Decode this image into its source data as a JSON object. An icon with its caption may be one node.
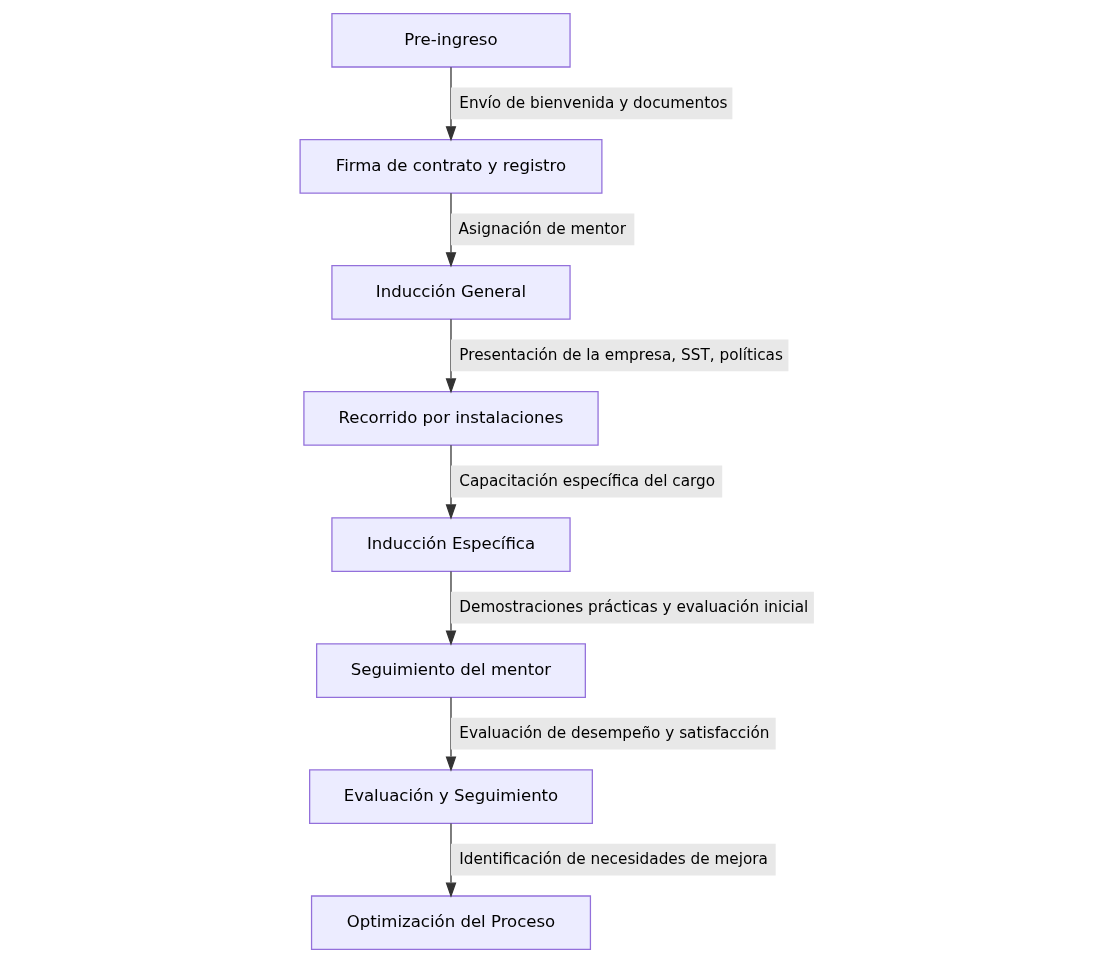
{
  "diagram": {
    "nodes": [
      {
        "text": [
          "Pre-ingreso"
        ]
      },
      {
        "text": [
          "Firma de contrato y registro"
        ]
      },
      {
        "text": [
          "Inducción General"
        ]
      },
      {
        "text": [
          "Recorrido por instalaciones"
        ]
      },
      {
        "text": [
          "Inducción Específica"
        ]
      },
      {
        "text": [
          "Seguimiento del mentor"
        ]
      },
      {
        "text": [
          "Evaluación y Seguimiento"
        ]
      },
      {
        "text": [
          "Optimización del Proceso"
        ]
      }
    ],
    "edges": [
      {
        "from": 0,
        "to": 1,
        "arrow": "to",
        "label": "Envío de bienvenida y documentos"
      },
      {
        "from": 1,
        "to": 2,
        "arrow": "to",
        "label": "Asignación de mentor"
      },
      {
        "from": 2,
        "to": 3,
        "arrow": "to",
        "label": "Presentación de la empresa, SST, políticas"
      },
      {
        "from": 3,
        "to": 4,
        "arrow": "to",
        "label": "Capacitación específica del cargo"
      },
      {
        "from": 4,
        "to": 5,
        "arrow": "to",
        "label": "Demostraciones prácticas y evaluación inicial"
      },
      {
        "from": 5,
        "to": 6,
        "arrow": "to",
        "label": "Evaluación de desempeño y satisfacción"
      },
      {
        "from": 6,
        "to": 7,
        "arrow": "to",
        "label": "Identificación de necesidades de mejora"
      }
    ]
  }
}
